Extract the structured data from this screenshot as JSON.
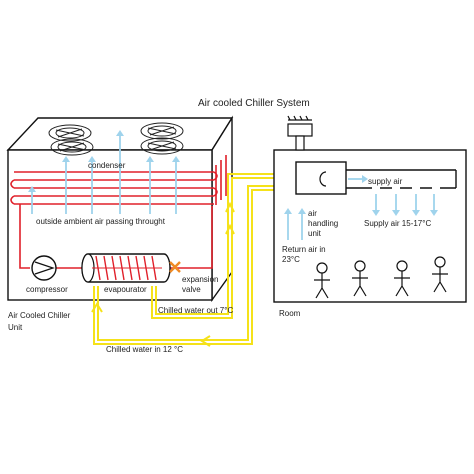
{
  "title": "Air cooled Chiller System",
  "labels": {
    "condenser": "condenser",
    "outside_air": "outside ambient air passing throught",
    "compressor": "compressor",
    "evapourator": "evapourator",
    "expansion_line1": "expansion",
    "expansion_line2": "valve",
    "chiller_line1": "Air Cooled Chiller",
    "chiller_line2": "Unit",
    "chilled_out": "Chilled water out 7°C",
    "chilled_in": "Chilled water in 12 °C",
    "room": "Room",
    "ahu_line1": "air",
    "ahu_line2": "handling",
    "ahu_line3": "unit",
    "supply_air": "supply air",
    "supply_air_temp": "Supply air 15-17°C",
    "return_line1": "Return air in",
    "return_line2": "23°C"
  },
  "colors": {
    "refrigerant": "#e0202a",
    "water": "#f5e21a",
    "air": "#9fd3ec",
    "outline": "#111111",
    "expansion_valve": "#f08a24"
  }
}
